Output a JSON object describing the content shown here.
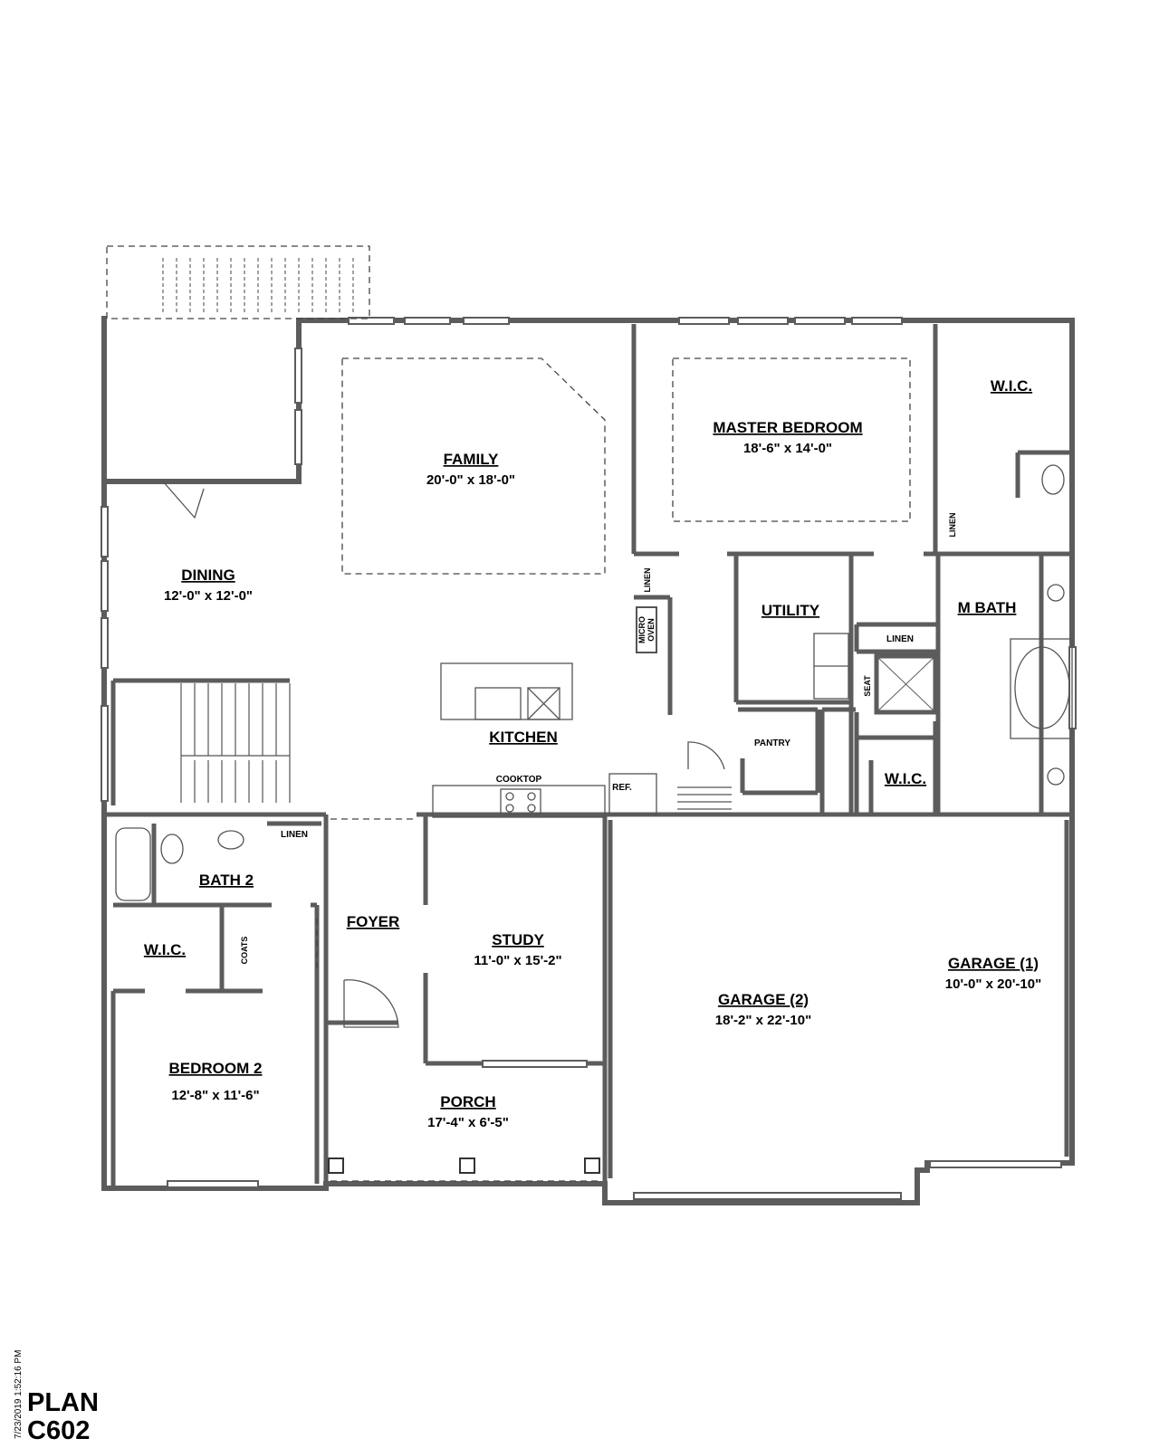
{
  "plan": {
    "line1": "PLAN",
    "line2": "C602"
  },
  "timestamp": "7/23/2019 1:52:16 PM",
  "rooms": {
    "family": {
      "name": "FAMILY",
      "dims": "20'-0\" x 18'-0\""
    },
    "master_bedroom": {
      "name": "MASTER BEDROOM",
      "dims": "18'-6\" x 14'-0\""
    },
    "wic_master": {
      "name": "W.I.C."
    },
    "dining": {
      "name": "DINING",
      "dims": "12'-0\" x 12'-0\""
    },
    "utility": {
      "name": "UTILITY"
    },
    "m_bath": {
      "name": "M BATH"
    },
    "kitchen": {
      "name": "KITCHEN"
    },
    "pantry": {
      "name": "PANTRY"
    },
    "wic_bath": {
      "name": "W.I.C."
    },
    "bath2": {
      "name": "BATH 2"
    },
    "foyer": {
      "name": "FOYER"
    },
    "study": {
      "name": "STUDY",
      "dims": "11'-0\" x 15'-2\""
    },
    "garage1": {
      "name": "GARAGE (1)",
      "dims": "10'-0\" x 20'-10\""
    },
    "garage2": {
      "name": "GARAGE (2)",
      "dims": "18'-2\" x 22'-10\""
    },
    "wic_bed2": {
      "name": "W.I.C."
    },
    "bedroom2": {
      "name": "BEDROOM 2",
      "dims": "12'-8\" x 11'-6\""
    },
    "porch": {
      "name": "PORCH",
      "dims": "17'-4\" x 6'-5\""
    }
  },
  "fixtures": {
    "linen_kitchen": "LINEN",
    "micro": "MICRO",
    "oven": "OVEN",
    "linen_master": "LINEN",
    "linen_bath": "LINEN",
    "seat": "SEAT",
    "cooktop": "COOKTOP",
    "ref": "REF.",
    "linen_bath2": "LINEN",
    "coats": "COATS"
  }
}
